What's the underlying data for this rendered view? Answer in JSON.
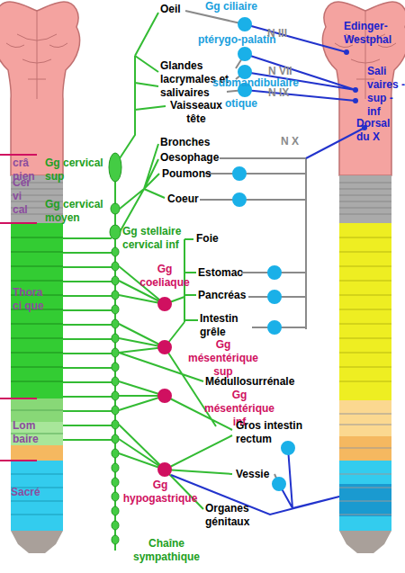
{
  "diagram": {
    "labels": [
      "Oeil",
      "Gg ciliaire",
      "ptérygo-palatin",
      "N III",
      "Edinger- Westphal",
      "Glandes lacrymales et salivaires",
      "submandibulaire",
      "N VII",
      "Sali vaires - sup - inf",
      "N IX",
      "otique",
      "Vaisseaux tête",
      "Dorsal du X",
      "crâ nien",
      "Gg cervical sup",
      "Bronches",
      "N X",
      "Oesophage",
      "Poumons",
      "Cer vi cal",
      "Gg cervical moyen",
      "Coeur",
      "Gg stellaire cervical inf",
      "Foie",
      "Gg coeliaque",
      "Estomac",
      "Thora ci que",
      "Pancréas",
      "Intestin grêle",
      "Gg mésentérique sup",
      "Médullosurrénale",
      "Gg mésentérique inf",
      "Lom baire",
      "Gros intestin rectum",
      "Vessie",
      "Gg hypogastrique",
      "Sacré",
      "Organes génitaux",
      "Chaîne sympathique"
    ]
  }
}
